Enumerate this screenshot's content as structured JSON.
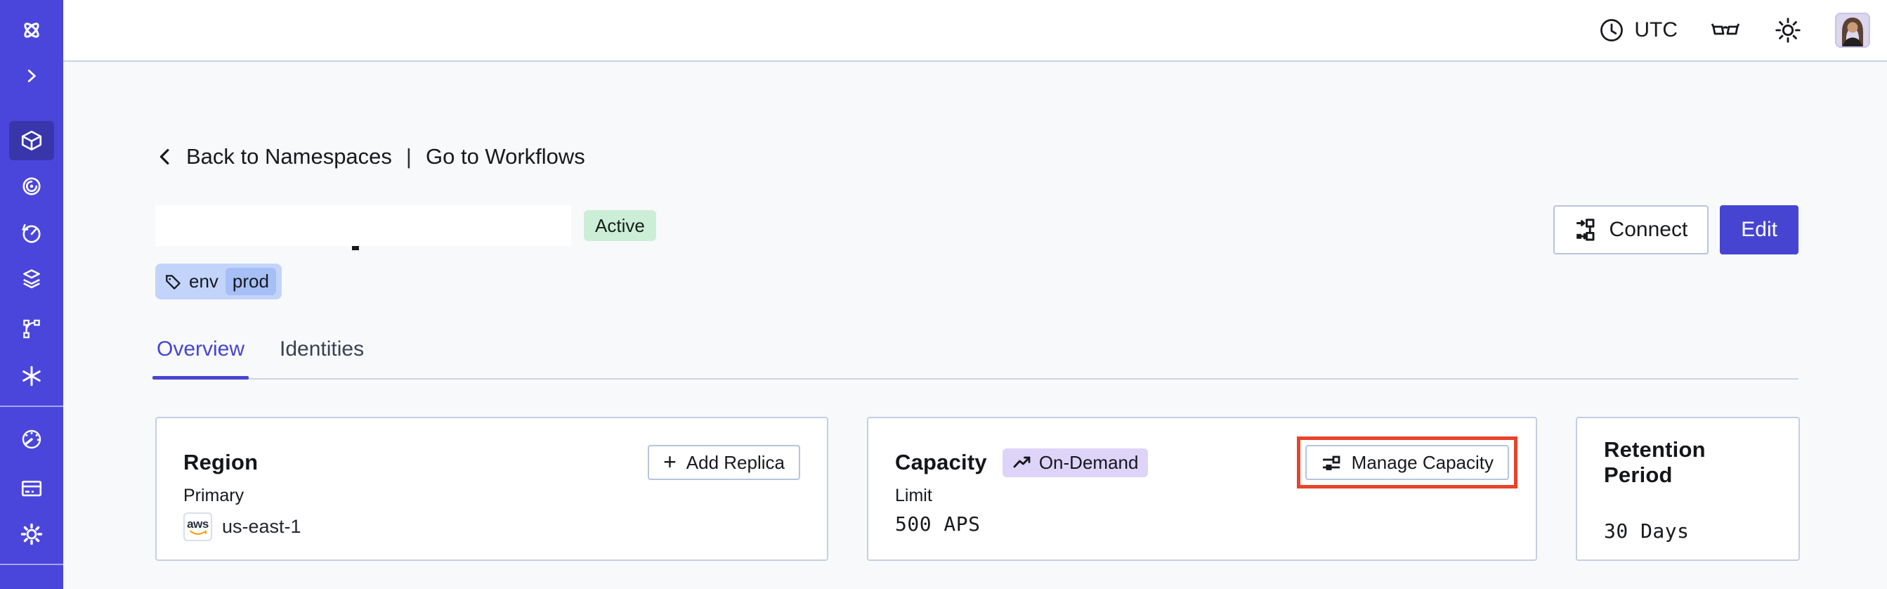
{
  "topbar": {
    "timezone": "UTC"
  },
  "breadcrumb": {
    "back_label": "Back to Namespaces",
    "separator": "|",
    "forward_label": "Go to Workflows"
  },
  "header": {
    "status_badge": "Active",
    "tag_key": "env",
    "tag_value": "prod",
    "connect_label": "Connect",
    "edit_label": "Edit"
  },
  "tabs": [
    {
      "label": "Overview",
      "active": true
    },
    {
      "label": "Identities",
      "active": false
    }
  ],
  "cards": {
    "region": {
      "title": "Region",
      "action_label": "Add Replica",
      "action_icon": "+",
      "field_label": "Primary",
      "provider": "aws",
      "value": "us-east-1"
    },
    "capacity": {
      "title": "Capacity",
      "badge": "On-Demand",
      "action_label": "Manage Capacity",
      "field_label": "Limit",
      "value": "500 APS"
    },
    "retention": {
      "title": "Retention Period",
      "value": "30 Days"
    }
  },
  "colors": {
    "accent": "#4645d2",
    "sidebar_bg": "#4a46db",
    "status_active_bg": "#cdeed6",
    "tag_bg": "#c3d4fb",
    "tag_chip_bg": "#a6bff7",
    "ondemand_badge_bg": "#ded3f8",
    "annotation_red": "#e8432a",
    "aws_smile_orange": "#ff9900",
    "page_bg": "#f8f9fb"
  },
  "icons": {
    "sidebar": [
      "temporal-logo-icon",
      "expand-chevron-icon",
      "namespaces-cube-icon",
      "workflows-spiral-icon",
      "schedules-clock-icon",
      "deployments-layers-icon",
      "batch-operations-branch-icon",
      "nexus-asterisk-icon",
      "usage-gauge-icon",
      "billing-card-icon",
      "settings-gear-icon",
      "partial-bottom-icon"
    ],
    "topbar": [
      "clock-icon",
      "glasses-icon",
      "theme-sun-icon",
      "user-avatar"
    ],
    "inline": [
      "chevron-left-icon",
      "tag-icon",
      "connect-icon",
      "plus-icon",
      "trend-up-icon",
      "sliders-icon",
      "aws-logo"
    ]
  }
}
